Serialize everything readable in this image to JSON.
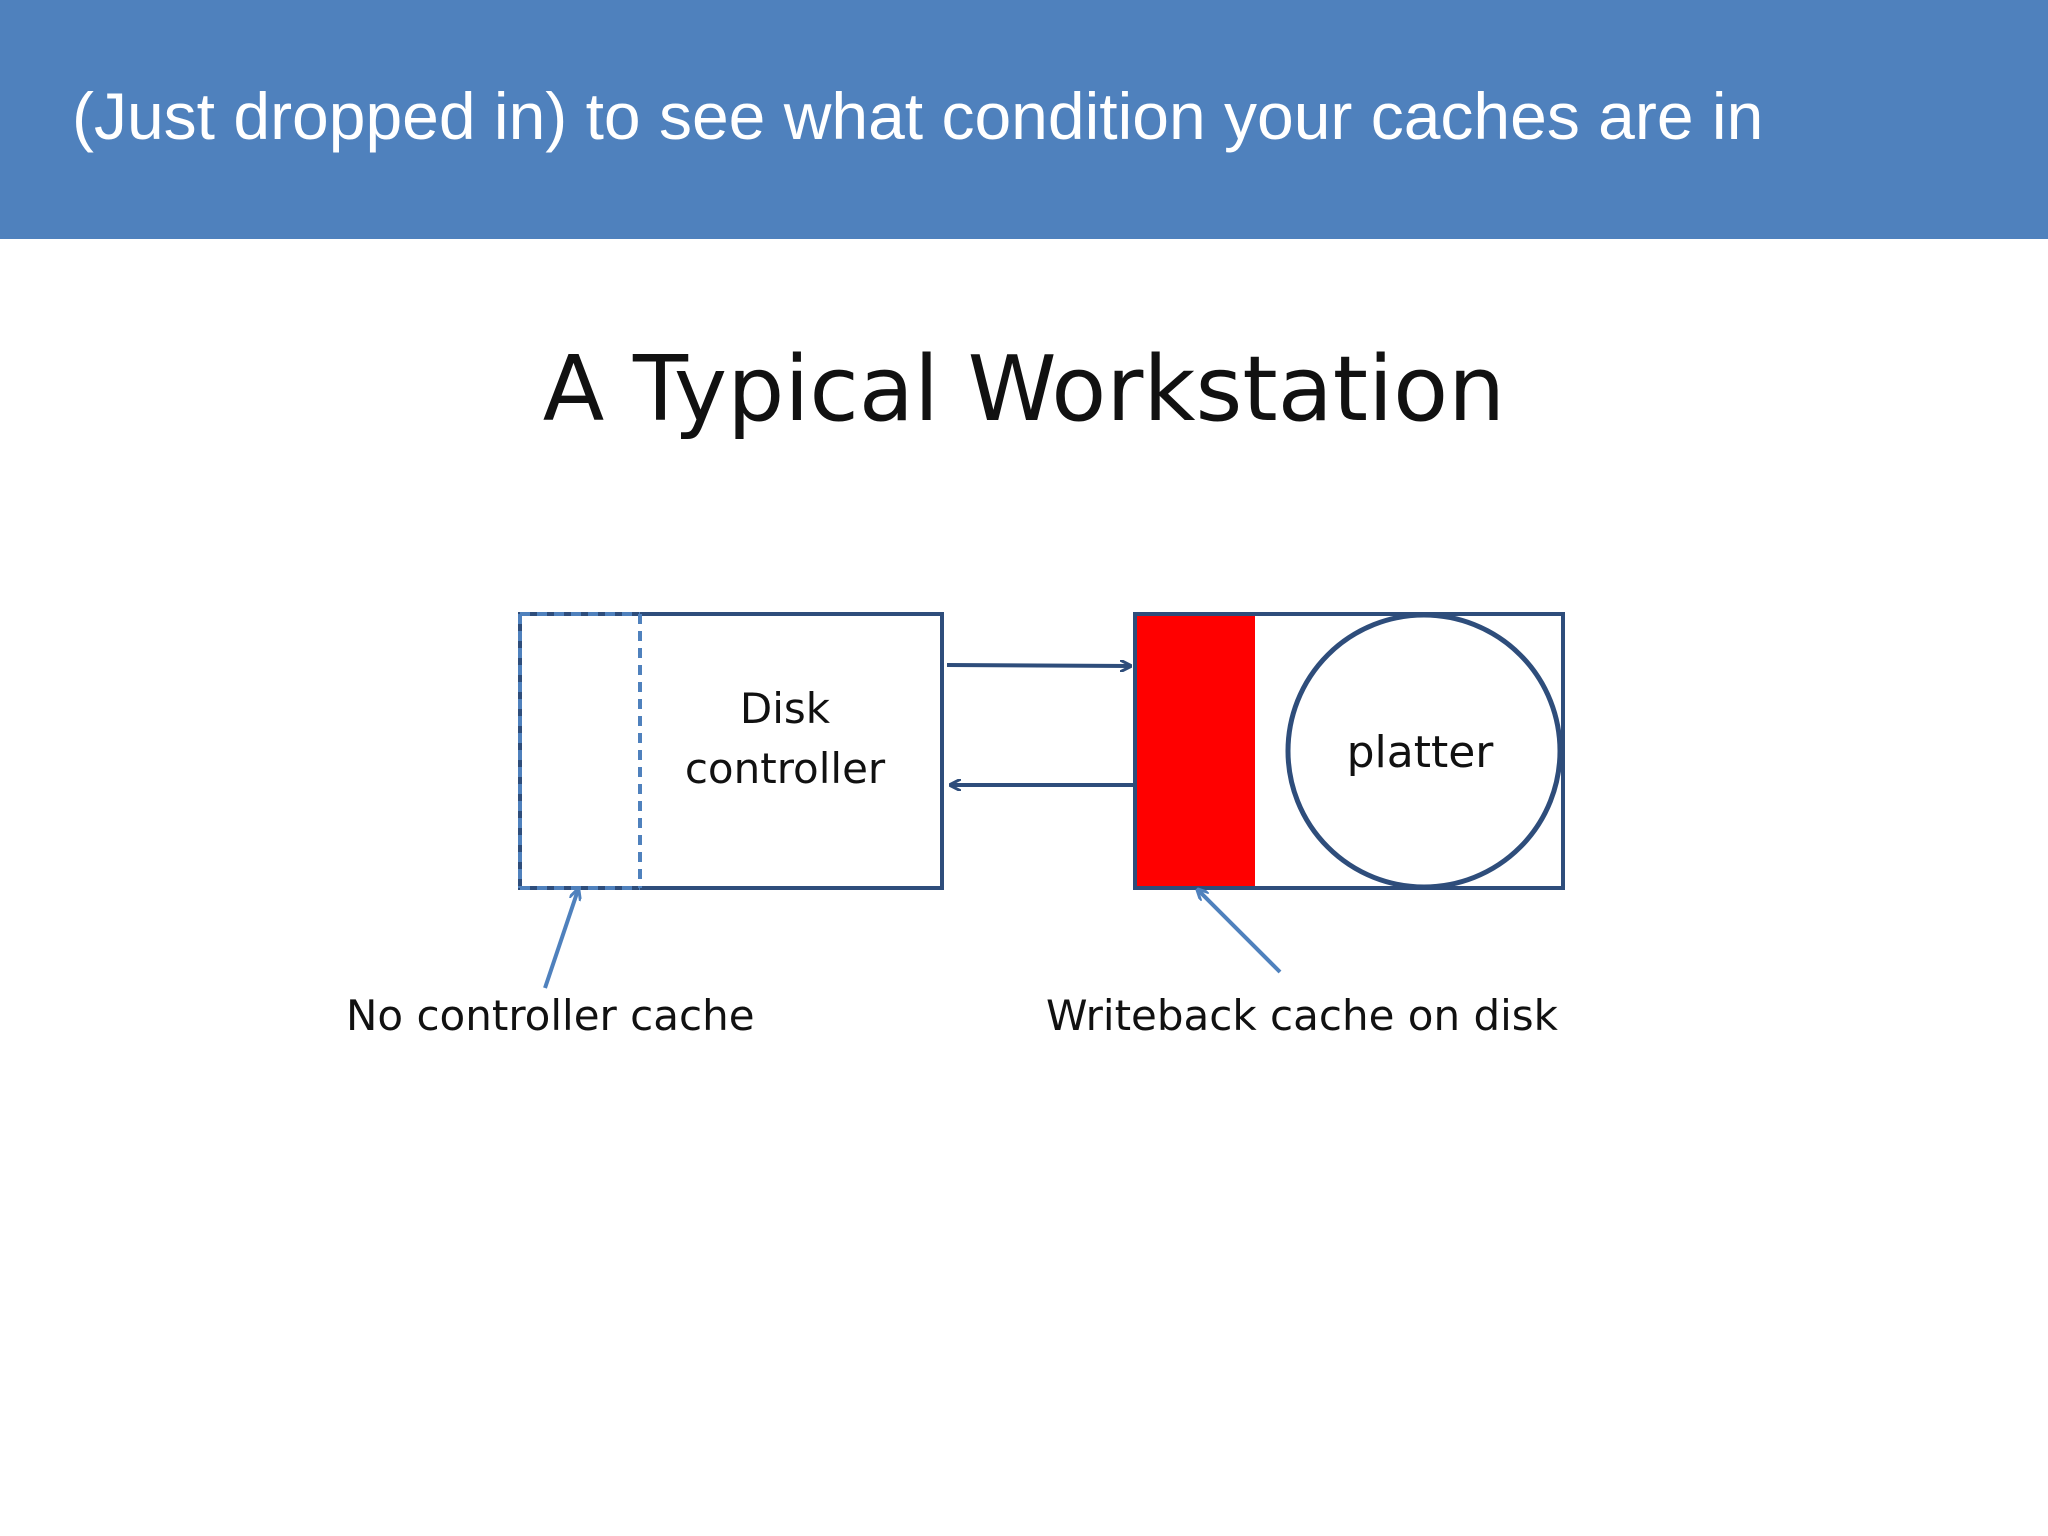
{
  "header": {
    "title": "(Just dropped in) to see what condition your caches are in",
    "color": "#4f81bd"
  },
  "slide": {
    "title": "A Typical Workstation"
  },
  "diagram": {
    "controller_box": {
      "label_line1": "Disk",
      "label_line2": "controller"
    },
    "disk_box": {
      "cache_color": "#ff0000",
      "platter_label": "platter"
    },
    "callouts": {
      "left": "No controller cache",
      "right": "Writeback cache on disk"
    },
    "colors": {
      "stroke": "#2e4d7b",
      "callout_arrow": "#4f81bd",
      "dashed_line": "#4f81bd"
    }
  }
}
